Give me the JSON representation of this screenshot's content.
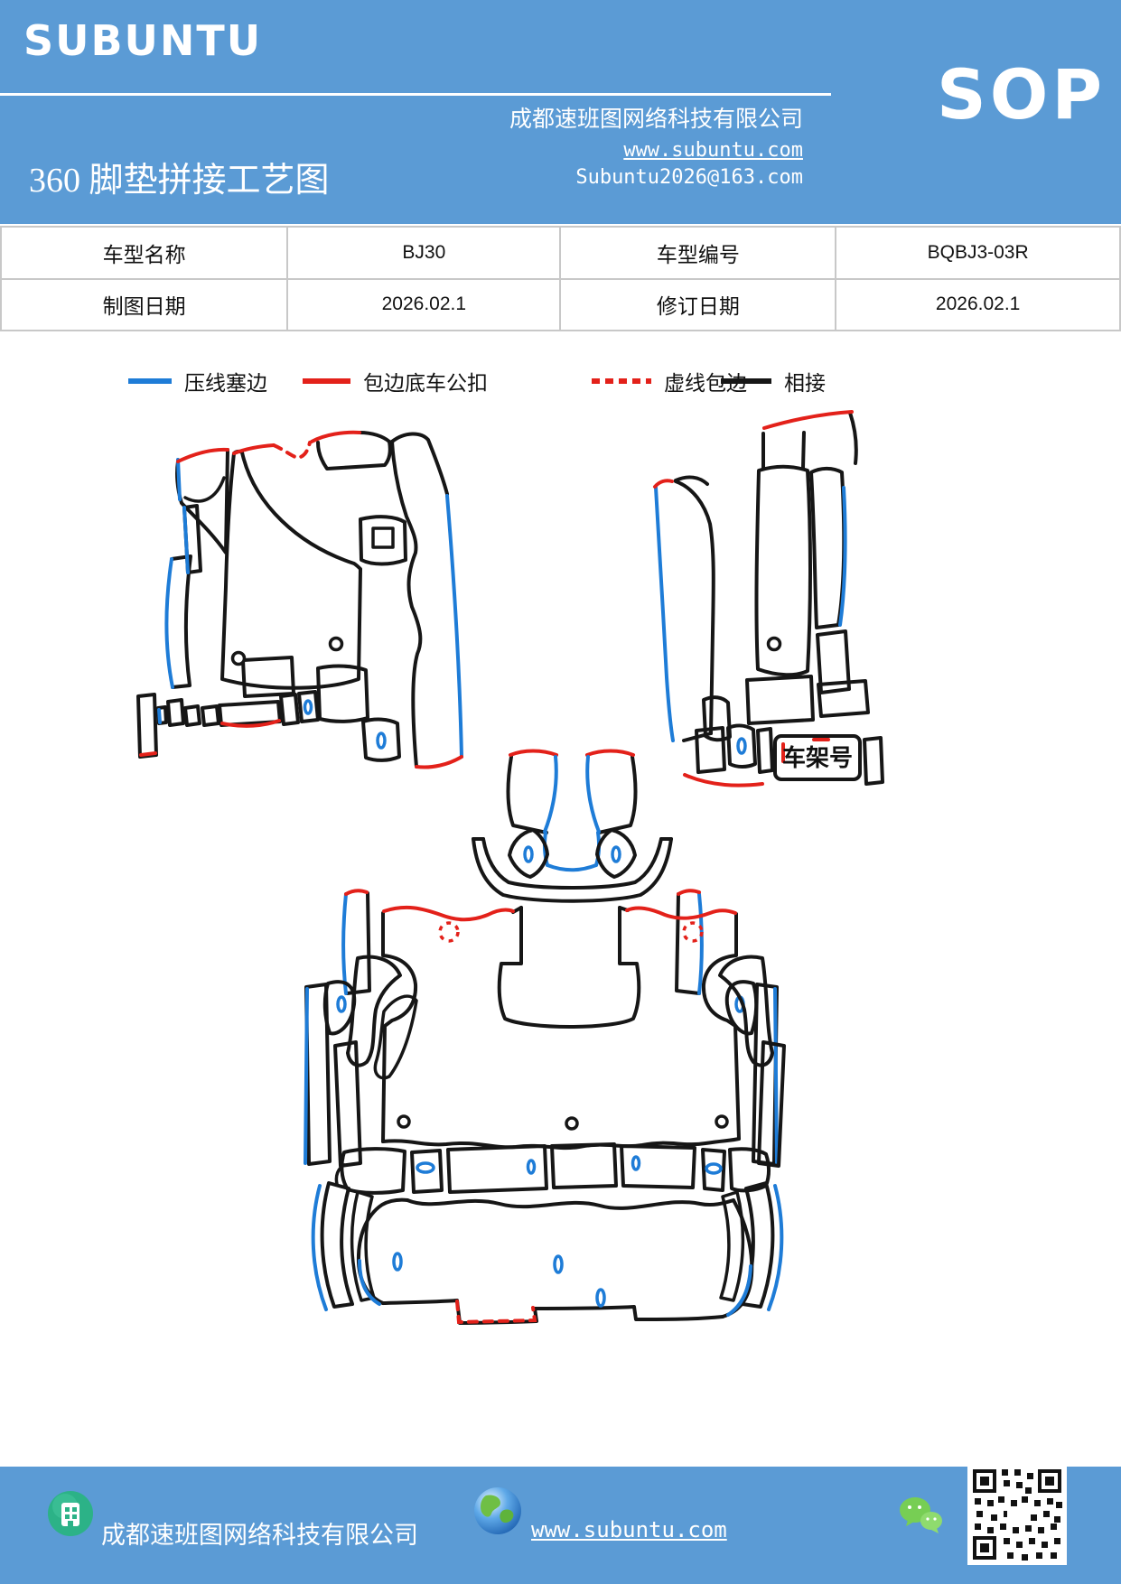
{
  "header": {
    "brand": "SUBUNTU",
    "company": "成都速班图网络科技有限公司",
    "title": "360 脚垫拼接工艺图",
    "website": "www.subuntu.com",
    "email": "Subuntu2026@163.com",
    "doc_type": "SOP",
    "bg_color": "#5B9BD5"
  },
  "info_table": {
    "rows": [
      [
        "车型名称",
        "BJ30",
        "车型编号",
        "BQBJ3-03R"
      ],
      [
        "制图日期",
        "2026.02.1",
        "修订日期",
        "2026.02.1"
      ]
    ]
  },
  "legend": {
    "items": [
      {
        "label": "压线塞边",
        "color": "#1E7CD7",
        "style": "solid"
      },
      {
        "label": "包边底车公扣",
        "color": "#E3211A",
        "style": "solid"
      },
      {
        "label": "虚线包边",
        "color": "#E3211A",
        "style": "dotted"
      },
      {
        "label": "相接",
        "color": "#161616",
        "style": "solid"
      }
    ]
  },
  "diagram": {
    "vin_label": "车架号",
    "stroke_black": "#161616",
    "stroke_blue": "#1E7CD7",
    "stroke_red": "#E3211A"
  },
  "footer": {
    "company": "成都速班图网络科技有限公司",
    "website": "www.subuntu.com",
    "bg_color": "#5B9BD5",
    "icons": [
      "company-badge-icon",
      "globe-icon",
      "wechat-icon",
      "qr-code"
    ]
  }
}
